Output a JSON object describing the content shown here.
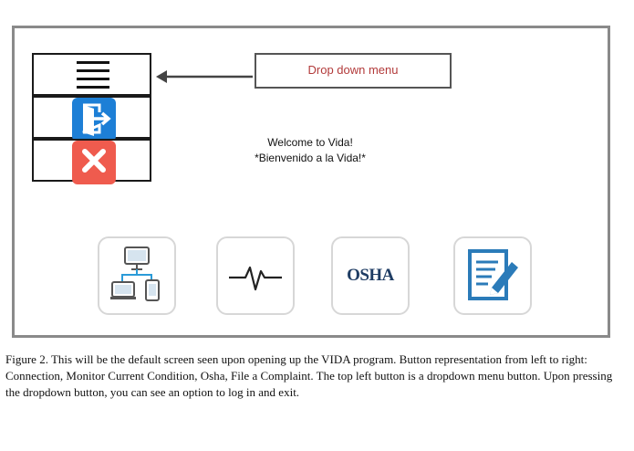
{
  "figure": {
    "dropdown_callout": "Drop down menu",
    "welcome_line1": "Welcome to Vida!",
    "welcome_line2": "*Bienvenido a la Vida!*",
    "menu_items": [
      {
        "name": "menu",
        "icon": "hamburger-icon"
      },
      {
        "name": "log in",
        "icon": "login-icon"
      },
      {
        "name": "exit",
        "icon": "close-icon"
      }
    ],
    "buttons": [
      {
        "name": "Connection",
        "icon": "network-devices-icon"
      },
      {
        "name": "Monitor Current Condition",
        "icon": "heartbeat-icon"
      },
      {
        "name": "Osha",
        "icon": "osha-logo",
        "logo_text": "OSHA"
      },
      {
        "name": "File a Complaint",
        "icon": "document-edit-icon"
      }
    ],
    "colors": {
      "login": "#1d7fd6",
      "exit": "#ef5b4e",
      "callout_text": "#b23a3a",
      "accent_blue": "#2b7bb9"
    }
  },
  "caption": "Figure 2. This will be the default screen seen upon opening up the VIDA program. Button representation from left to right: Connection, Monitor Current Condition, Osha, File a Complaint. The top left button is a dropdown menu button. Upon pressing the dropdown button, you can see an option to log in and exit."
}
